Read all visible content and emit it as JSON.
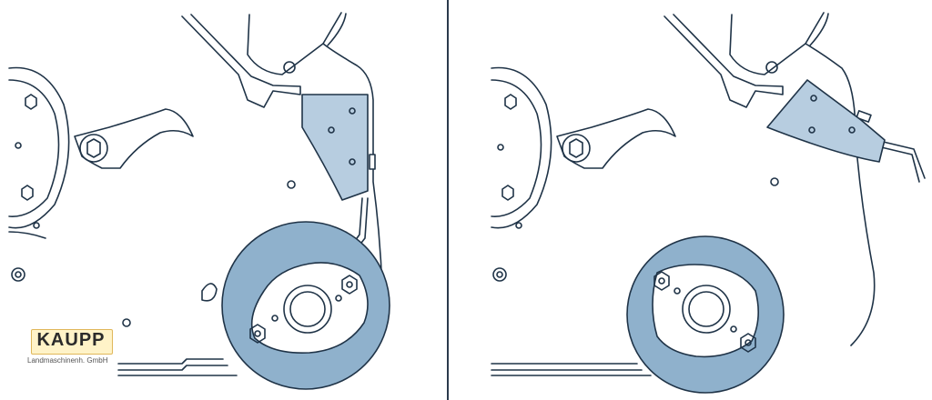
{
  "logo": {
    "name": "KAUPP",
    "subtitle": "Landmaschinenh. GmbH"
  },
  "colors": {
    "line": "#1f3347",
    "fill_part": "#b7cde0",
    "fill_roller": "#8fb1cc",
    "background": "#ffffff",
    "logo_bg": "#fff3c8",
    "logo_border": "#e0b75a"
  },
  "panels": [
    {
      "id": "left",
      "state": "scraper-engaged"
    },
    {
      "id": "right",
      "state": "scraper-raised"
    }
  ]
}
